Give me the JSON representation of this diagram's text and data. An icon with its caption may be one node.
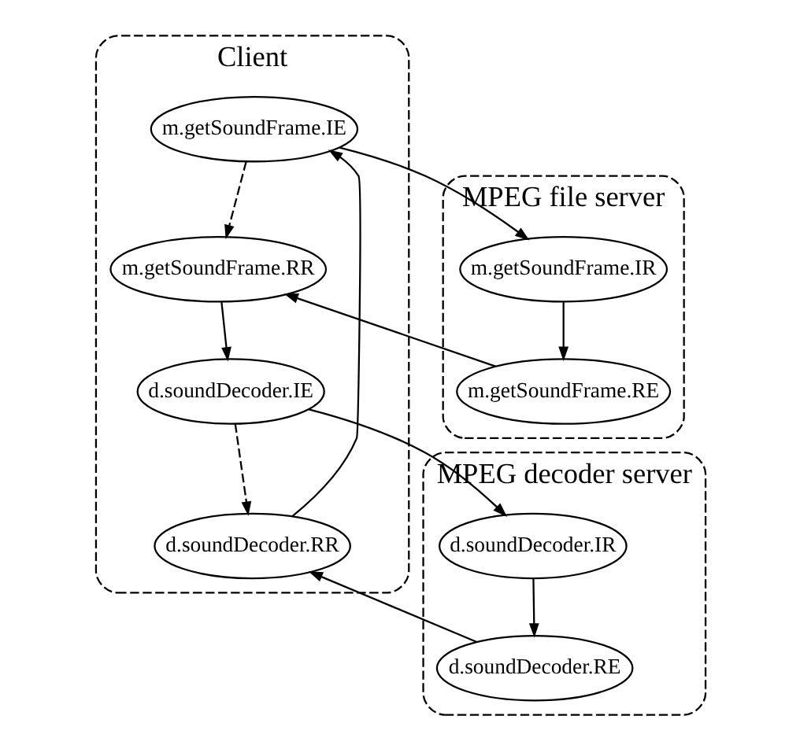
{
  "diagram": {
    "nodes": [
      {
        "text": [
          "Client"
        ]
      },
      {
        "text": [
          "m.getSoundFrame.IE"
        ],
        "in": 0
      },
      {
        "text": [
          "m.getSoundFrame.RR"
        ],
        "in": 0
      },
      {
        "text": [
          "d.soundDecoder.IE"
        ],
        "in": 0
      },
      {
        "text": [
          "d.soundDecoder.RR"
        ],
        "in": 0
      },
      {
        "text": [
          "MPEG file server"
        ]
      },
      {
        "text": [
          "m.getSoundFrame.IR"
        ],
        "in": 5
      },
      {
        "text": [
          "m.getSoundFrame.RE"
        ],
        "in": 5
      },
      {
        "text": [
          "MPEG decoder server"
        ]
      },
      {
        "text": [
          "d.soundDecoder.IR"
        ],
        "in": 8
      },
      {
        "text": [
          "d.soundDecoder.RE"
        ],
        "in": 8
      }
    ],
    "edges": [
      {
        "from": 1,
        "to": 6,
        "arrow": "to"
      },
      {
        "from": 6,
        "to": 7,
        "arrow": "to"
      },
      {
        "from": 7,
        "to": 2,
        "arrow": "to"
      },
      {
        "from": 1,
        "to": 2,
        "arrow": "to",
        "style": "dashed"
      },
      {
        "from": 2,
        "to": 3,
        "arrow": "to"
      },
      {
        "from": 3,
        "to": 9,
        "arrow": "to"
      },
      {
        "from": 9,
        "to": 10,
        "arrow": "to"
      },
      {
        "from": 10,
        "to": 4,
        "arrow": "to"
      },
      {
        "from": 3,
        "to": 4,
        "arrow": "to",
        "style": "dashed"
      },
      {
        "from": 4,
        "to": 1,
        "arrow": "to"
      }
    ]
  }
}
